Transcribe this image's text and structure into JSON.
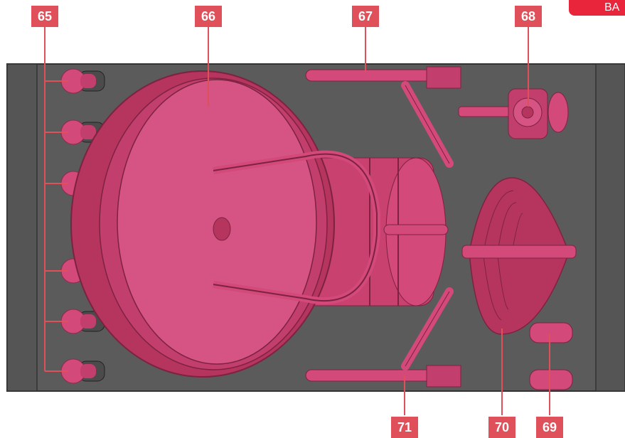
{
  "corner_tab": {
    "text": "BA"
  },
  "labels": {
    "l65": "65",
    "l66": "66",
    "l67": "67",
    "l68": "68",
    "l69": "69",
    "l70": "70",
    "l71": "71"
  },
  "colors": {
    "part": "#d2497a",
    "part_dark": "#b5355f",
    "part_light": "#e06a95",
    "tray": "#5b5b5b",
    "tray_edge": "#3a3a3a",
    "callout_bg": "#e0505a",
    "leader": "#e0505a"
  }
}
